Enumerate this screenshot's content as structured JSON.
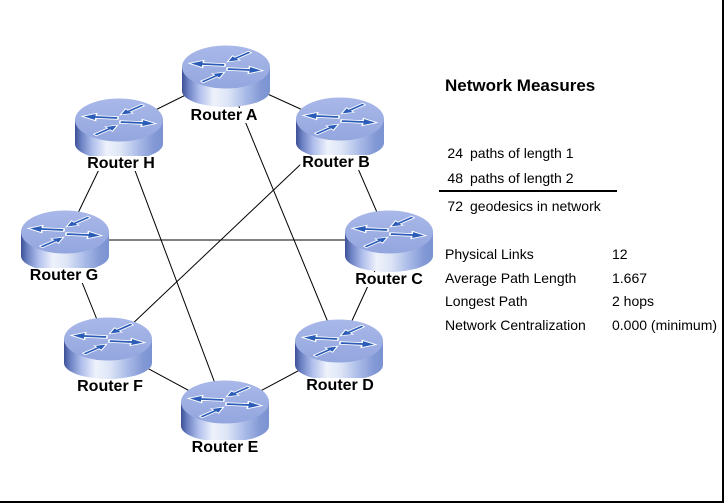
{
  "network": {
    "nodes": [
      {
        "id": "A",
        "label": "Router A"
      },
      {
        "id": "B",
        "label": "Router B"
      },
      {
        "id": "C",
        "label": "Router C"
      },
      {
        "id": "D",
        "label": "Router D"
      },
      {
        "id": "E",
        "label": "Router E"
      },
      {
        "id": "F",
        "label": "Router F"
      },
      {
        "id": "G",
        "label": "Router G"
      },
      {
        "id": "H",
        "label": "Router H"
      }
    ],
    "edges": [
      [
        "A",
        "B"
      ],
      [
        "B",
        "C"
      ],
      [
        "C",
        "D"
      ],
      [
        "D",
        "E"
      ],
      [
        "E",
        "F"
      ],
      [
        "F",
        "G"
      ],
      [
        "G",
        "H"
      ],
      [
        "H",
        "A"
      ],
      [
        "A",
        "D"
      ],
      [
        "B",
        "F"
      ],
      [
        "C",
        "G"
      ],
      [
        "E",
        "H"
      ]
    ]
  },
  "measures": {
    "heading": "Network Measures",
    "geodesics": {
      "rows": [
        {
          "value": "24",
          "label": "paths of length 1"
        },
        {
          "value": "48",
          "label": "paths of length 2"
        }
      ],
      "total": {
        "value": "72",
        "label": "geodesics in network"
      }
    },
    "stats": [
      {
        "label": "Physical Links",
        "value": "12"
      },
      {
        "label": "Average Path Length",
        "value": "1.667"
      },
      {
        "label": "Longest Path",
        "value": "2 hops"
      },
      {
        "label": "Network Centralization",
        "value": "0.000 (minimum)"
      }
    ]
  },
  "colors": {
    "router_top": "#9cafe2",
    "router_arrow": "#2a5cb8",
    "router_body_dark": "#3d4f96",
    "router_body_light": "#eef2fb",
    "link_line": "#000000",
    "text": "#000000"
  }
}
